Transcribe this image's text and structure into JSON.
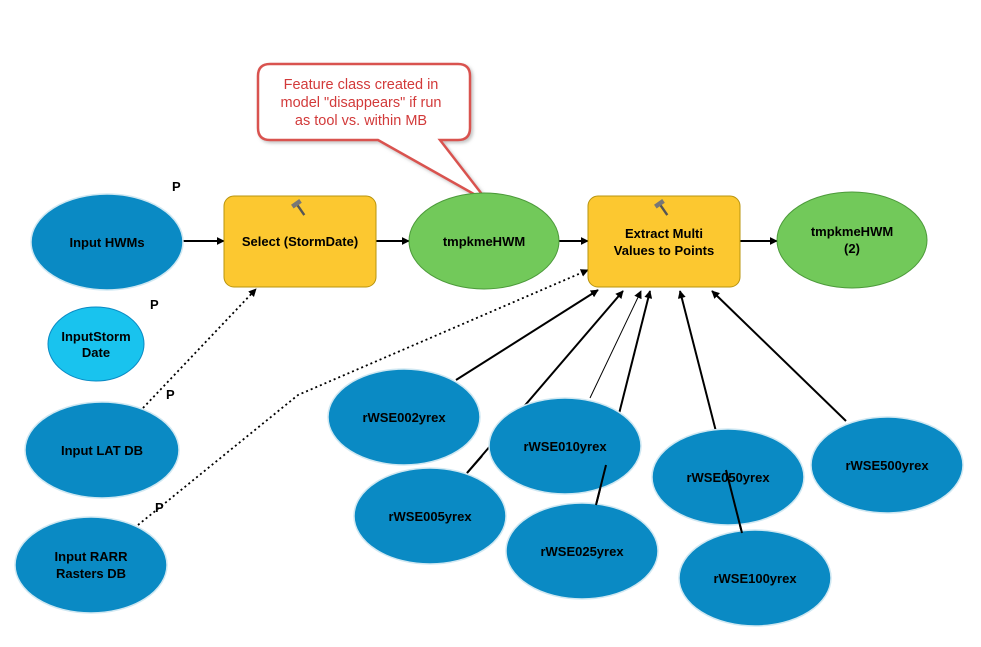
{
  "callout": {
    "lines": [
      "Feature class created in",
      "model \"disappears\" if run",
      "as tool vs. within MB"
    ]
  },
  "nodes": {
    "input_hwms": "Input HWMs",
    "input_storm_date": [
      "InputStorm",
      "Date"
    ],
    "input_lat_db": "Input LAT DB",
    "input_rarr_db": [
      "Input RARR",
      "Rasters DB"
    ],
    "select_tool": "Select (StormDate)",
    "tmp_hwm": "tmpkmeHWM",
    "extract_tool": [
      "Extract Multi",
      "Values to Points"
    ],
    "tmp_hwm_2": [
      "tmpkmeHWM",
      "(2)"
    ],
    "rwse002": "rWSE002yrex",
    "rwse005": "rWSE005yrex",
    "rwse010": "rWSE010yrex",
    "rwse025": "rWSE025yrex",
    "rwse050": "rWSE050yrex",
    "rwse100": "rWSE100yrex",
    "rwse500": "rWSE500yrex"
  },
  "param_marker": "P",
  "colors": {
    "input_data": "#0a8ac4",
    "parameter_data": "#19c3ee",
    "tool": "#fcc830",
    "derived_data": "#72c95a",
    "callout_border": "#d9534f",
    "callout_text": "#d23a3a"
  },
  "icons": {
    "tool": "hammer-icon"
  }
}
